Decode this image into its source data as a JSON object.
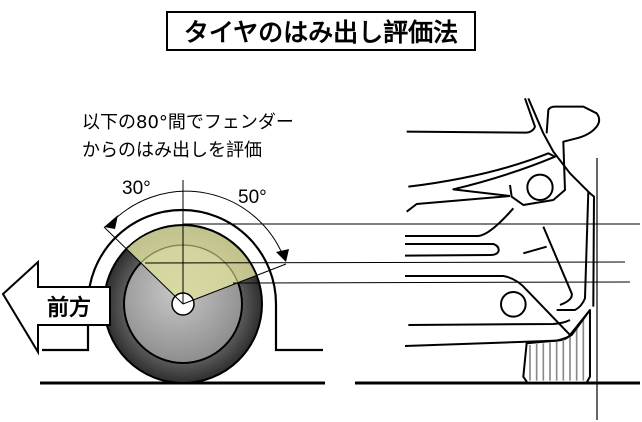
{
  "title": "タイヤのはみ出し評価法",
  "note": {
    "line1": "以下の80°間でフェンダー",
    "line2": "からのはみ出しを評価"
  },
  "angles": {
    "front": "30°",
    "rear": "50°"
  },
  "arrow_label": "前方",
  "colors": {
    "sector": "#dcdc9c",
    "tire": "#4a4a4a",
    "rim": "#a6a6a6",
    "mudflap_stripe": "#8a8a8a"
  }
}
